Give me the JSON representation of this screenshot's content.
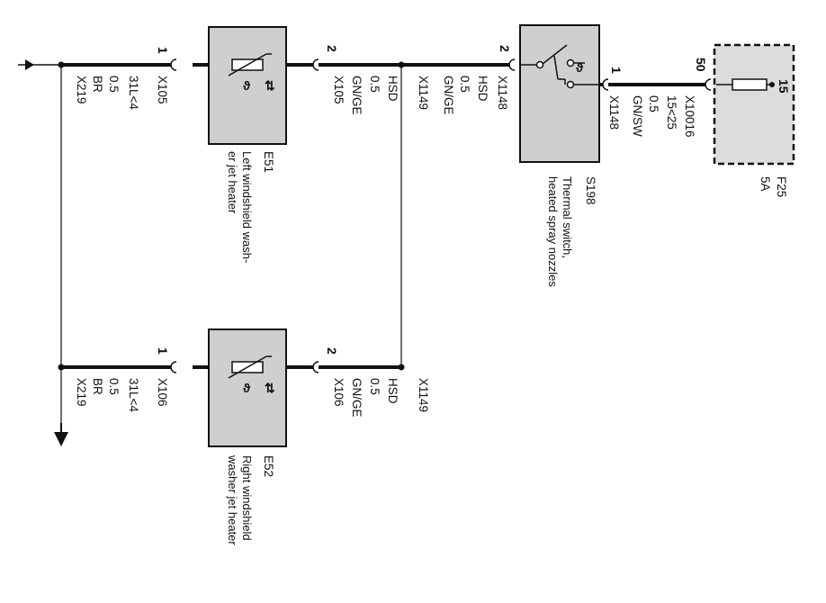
{
  "colors": {
    "component_fill": "#cfcfcf",
    "fuse_fill": "#dcdcdc",
    "line": "#111111"
  },
  "fuse": {
    "pin_top": "50",
    "pin_bottom": "15",
    "connector": "X10016",
    "id": "F25",
    "rating": "5A",
    "icon": "fuse-symbol"
  },
  "switch": {
    "pin_in": "2",
    "pin_out": "1",
    "connector_in": "X1148",
    "connector_out": "X1148",
    "id": "S198",
    "desc_line1": "Thermal switch,",
    "desc_line2": "heated spray nozzles",
    "theta": "ϑ",
    "icon": "thermal-switch-symbol"
  },
  "wire_feed": {
    "circuit": "15<25",
    "gauge": "0.5",
    "color": "GN/SW"
  },
  "wire_hsd_main": {
    "circuit": "HSD",
    "gauge": "0.5",
    "color": "GN/GE",
    "splice": "X1149"
  },
  "heater_left": {
    "id": "E51",
    "desc_line1": "Left windshield wash-",
    "desc_line2": "er jet heater",
    "pin_hsd": "2",
    "pin_gnd": "1",
    "theta": "ϑ",
    "hsd_circuit": "HSD",
    "hsd_gauge": "0.5",
    "hsd_color": "GN/GE",
    "hsd_connector": "X105",
    "gnd_connector": "X105",
    "gnd_circuit": "31L<4",
    "gnd_gauge": "0.5",
    "gnd_color": "BR",
    "gnd_splice": "X219"
  },
  "heater_right": {
    "id": "E52",
    "desc_line1": "Right windshield",
    "desc_line2": "washer jet heater",
    "pin_hsd": "2",
    "pin_gnd": "1",
    "theta": "ϑ",
    "hsd_circuit": "HSD",
    "hsd_gauge": "0.5",
    "hsd_color": "GN/GE",
    "hsd_connector": "X106",
    "hsd_splice": "X1149",
    "gnd_connector": "X106",
    "gnd_circuit": "31L<4",
    "gnd_gauge": "0.5",
    "gnd_color": "BR",
    "gnd_splice": "X219"
  }
}
